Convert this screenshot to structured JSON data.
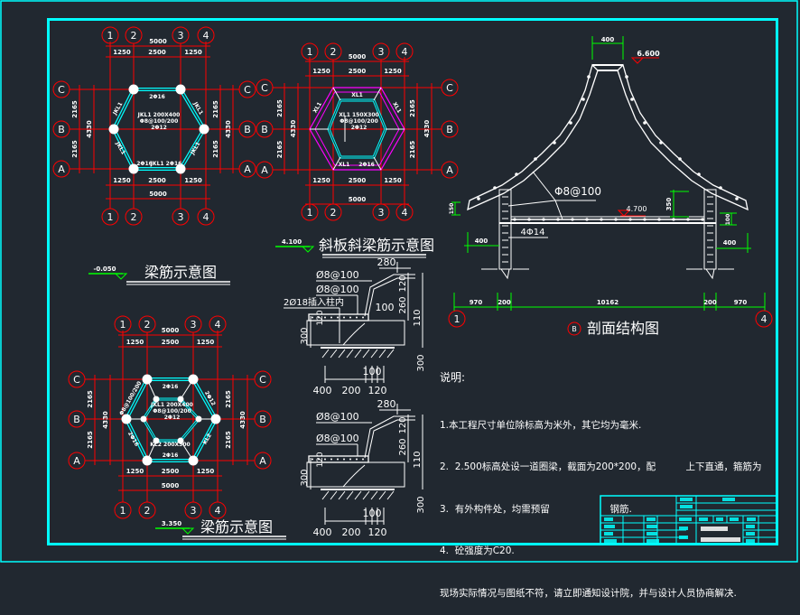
{
  "colors": {
    "background": "#212830",
    "frame": "#00ffff",
    "axis": "#ff0000",
    "beam": "#00ffff",
    "slope": "#ff00ff",
    "dim_green": "#00ff00",
    "line": "#ffffff"
  },
  "plans": [
    {
      "id": "plan-ground",
      "title": "梁筋示意图",
      "elevation": "-0.050",
      "axes_x": [
        "1",
        "2",
        "3",
        "4"
      ],
      "axes_y": [
        "C",
        "B",
        "A"
      ],
      "dim_total": "5000",
      "dim_parts": [
        "1250",
        "2500",
        "1250"
      ],
      "dim_side": [
        "2165",
        "2165"
      ],
      "dim_side_total": "4330",
      "labels": [
        "JKL1 200X400",
        "Φ8@100/200",
        "2Φ12",
        "2Φ16",
        "2Φ16",
        "JKL1 2Φ16",
        "JKL1",
        "JKL1",
        "JKL1",
        "JKL1"
      ]
    },
    {
      "id": "plan-slope",
      "title": "斜板斜梁筋示意图",
      "elevation": "4.100",
      "axes_x": [
        "1",
        "2",
        "3",
        "4"
      ],
      "axes_y": [
        "C",
        "B",
        "A"
      ],
      "dim_total": "5000",
      "dim_parts": [
        "1250",
        "2500",
        "1250"
      ],
      "dim_side": [
        "2165",
        "2165"
      ],
      "dim_side_total": "4330",
      "labels": [
        "XL1 150X300",
        "Φ8@100/200",
        "2Φ12",
        "XL1",
        "XL1",
        "2Φ16",
        "XL1",
        "XL1"
      ]
    },
    {
      "id": "plan-ring",
      "title": "梁筋示意图",
      "elevation": "3.350",
      "axes_x": [
        "1",
        "2",
        "3",
        "4"
      ],
      "axes_y": [
        "C",
        "B",
        "A"
      ],
      "dim_total": "5000",
      "dim_parts": [
        "1250",
        "2500",
        "1250"
      ],
      "dim_side": [
        "2165",
        "2165"
      ],
      "dim_side_total": "4330",
      "labels": [
        "JKL1 200X400",
        "Φ8@100/200",
        "2Φ12",
        "2Φ16",
        "2Φ16",
        "KL2 200X300",
        "Φ8@100/200",
        "2Φ12",
        "2Φ16",
        "KL2"
      ]
    }
  ],
  "section": {
    "title": "剖面结构图",
    "marker": "B",
    "axis_left": "1",
    "axis_right": "4",
    "top_width": "400",
    "top_elevation": "6.600",
    "rebar": "Φ8@100",
    "slab_elevation": "4.700",
    "slab_depth": "350",
    "ring_beam_rebar": "4Φ14",
    "left_width": "400",
    "right_width": "400",
    "left_eave": "150",
    "right_eave": "100",
    "dims": [
      "970",
      "200",
      "10162",
      "200",
      "970"
    ]
  },
  "details": [
    {
      "rebar_top": "Ø8@100",
      "rebar_mid": "Ø8@100",
      "column_note": "2Ø18插入柱内",
      "top_width": "280",
      "d120": "120",
      "d100": "100",
      "d260": "260",
      "d110": "110",
      "d300_left": "300",
      "d300_right": "300",
      "d120_small": "120",
      "bottom": [
        "400",
        "200",
        "120"
      ],
      "bottom_mid": "100"
    },
    {
      "rebar_top": "Ø8@100",
      "rebar_mid": "Ø8@100",
      "column_note": "",
      "top_width": "280",
      "d120": "120",
      "d100": "",
      "d260": "260",
      "d110": "110",
      "d300_left": "300",
      "d300_right": "300",
      "d120_small": "120",
      "bottom": [
        "400",
        "200",
        "120"
      ],
      "bottom_mid": "100"
    }
  ],
  "notes": {
    "heading": "说明:",
    "items": [
      "1.本工程尺寸单位除标高为米外，其它均为毫米.",
      "2.  2.500标高处设一道圈梁，截面为200*200，配          上下直通，箍筋为",
      "3.  有外构件处，均需预留                    钢筋.",
      "4.  砼强度为C20.",
      "现场实际情况与图纸不符，请立即通知设计院，并与设计人员协商解决."
    ]
  }
}
